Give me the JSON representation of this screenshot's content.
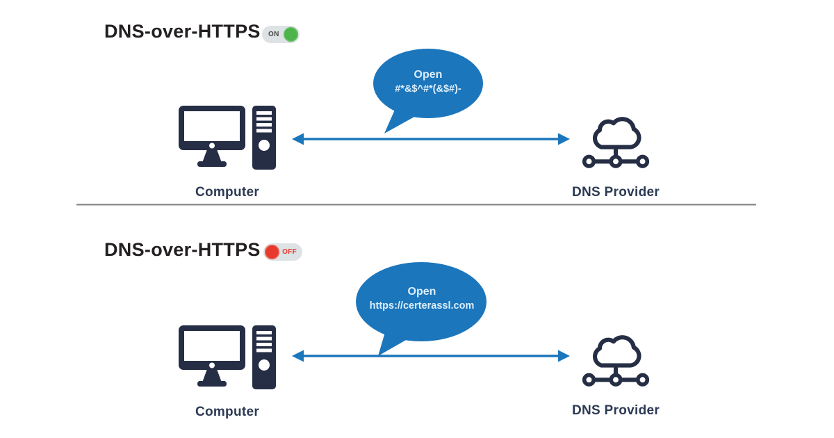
{
  "colors": {
    "bubble_blue": "#1b76bc",
    "arrow_blue": "#1b76bc",
    "icon_navy": "#252e44",
    "label_navy": "#2c3a54",
    "title_black": "#231f20",
    "toggle_bg": "#dde2e4",
    "toggle_on_green": "#4db44b",
    "toggle_off_red": "#e8392d",
    "divider_gray": "#8f8f8f"
  },
  "sections": [
    {
      "id": "doh-on",
      "title": "DNS-over-HTTPS",
      "toggle": {
        "state": "on",
        "label": "ON"
      },
      "bubble": {
        "line1": "Open",
        "line2": "#*&$^#*(&$#)-"
      },
      "left_node": {
        "label": "Computer",
        "icon": "desktop-computer-icon"
      },
      "right_node": {
        "label": "DNS Provider",
        "icon": "cloud-network-icon"
      }
    },
    {
      "id": "doh-off",
      "title": "DNS-over-HTTPS",
      "toggle": {
        "state": "off",
        "label": "OFF"
      },
      "bubble": {
        "line1": "Open",
        "line2": "https://certerassl.com"
      },
      "left_node": {
        "label": "Computer",
        "icon": "desktop-computer-icon"
      },
      "right_node": {
        "label": "DNS Provider",
        "icon": "cloud-network-icon"
      }
    }
  ]
}
